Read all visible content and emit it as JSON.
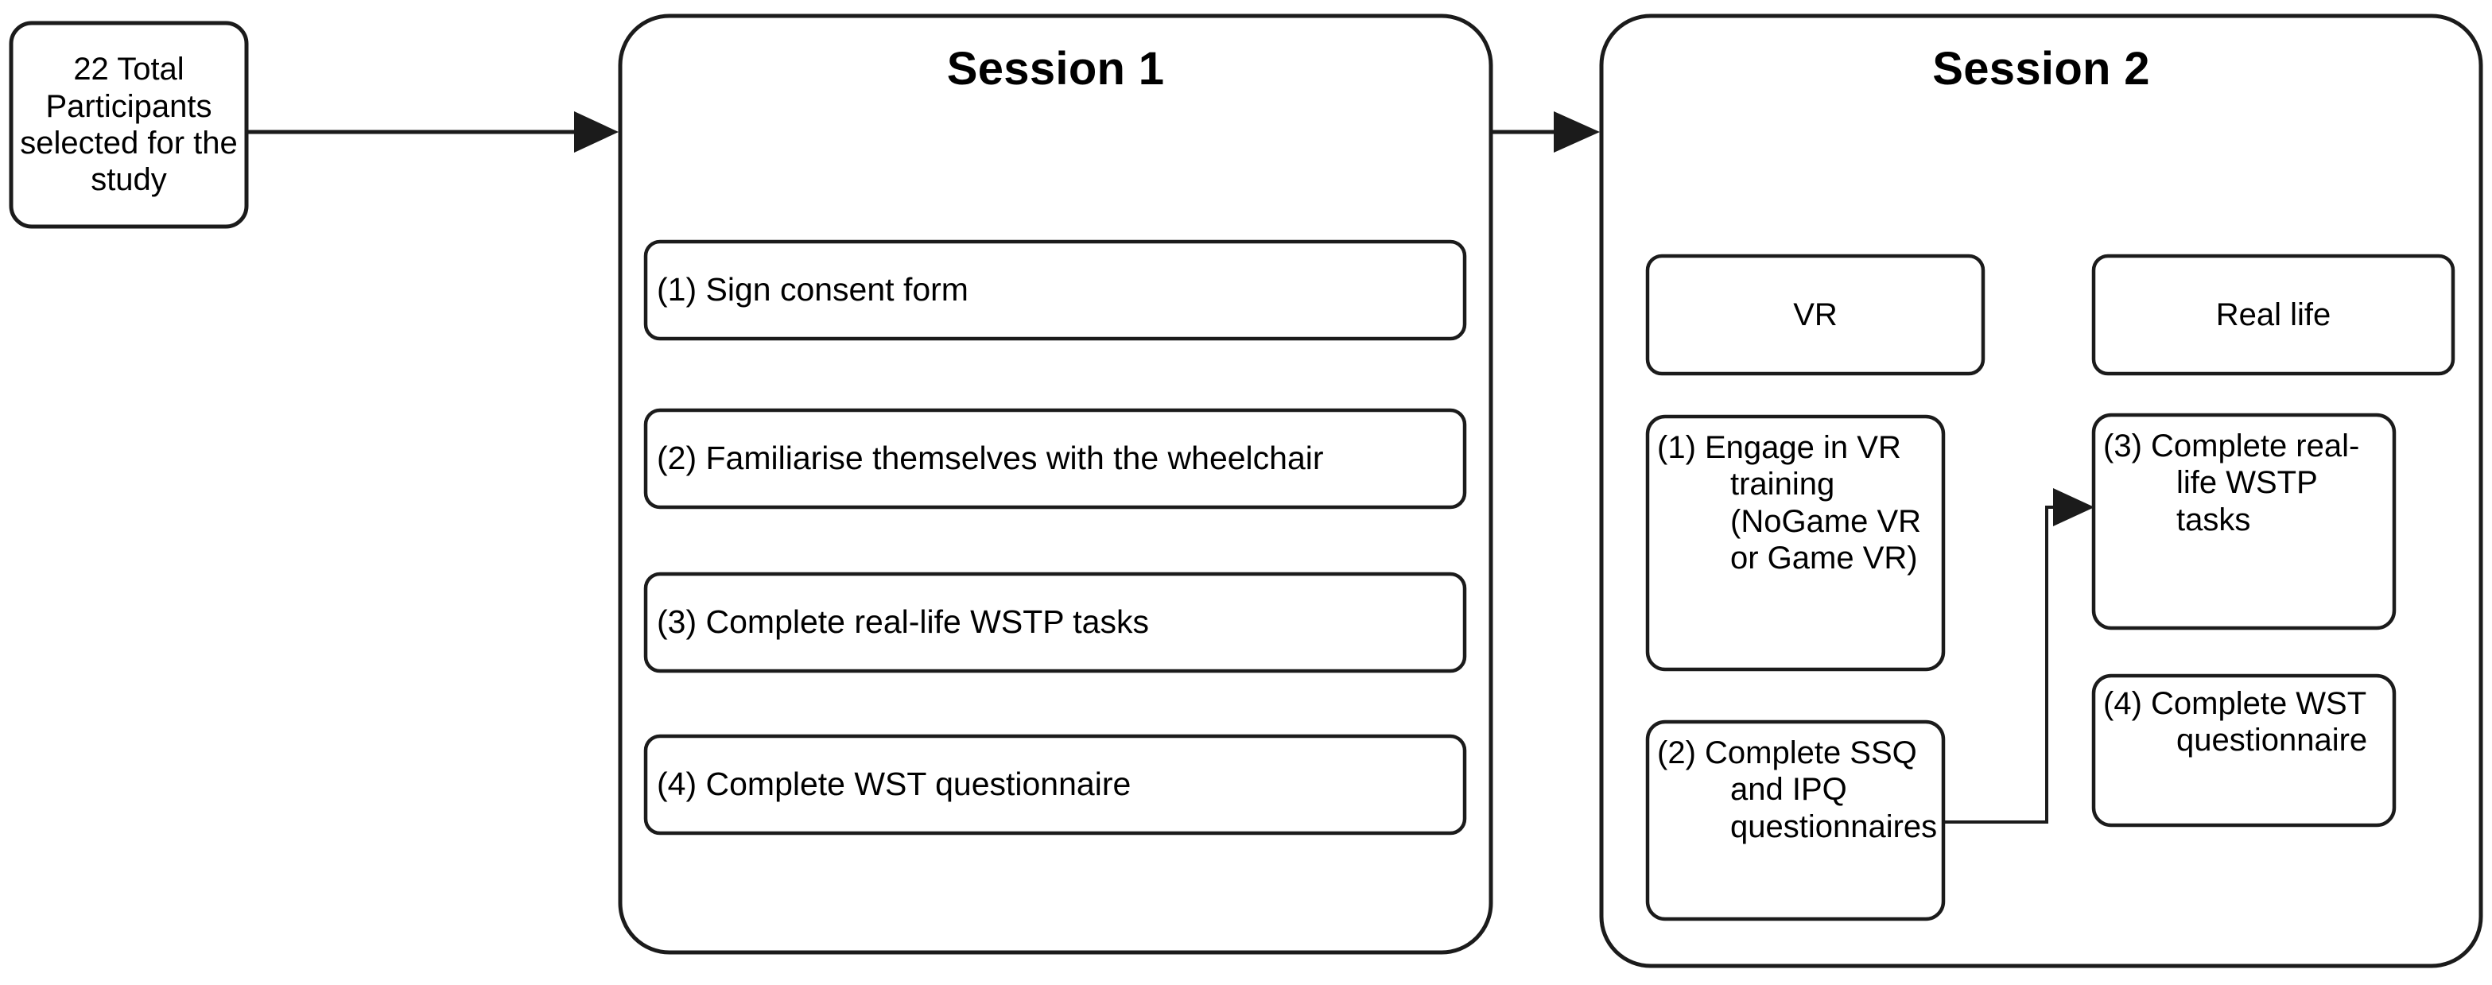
{
  "diagram": {
    "title_semantic": "study-protocol-flowchart",
    "background_color": "#ffffff",
    "stroke_color": "#1b1b1b",
    "text_color": "#000000"
  },
  "intake": {
    "label": "22 Total Participants selected for the study"
  },
  "arrows": [
    {
      "name": "intake-to-session1",
      "from": "22 Total Participants selected for the study",
      "to": "Session 1"
    },
    {
      "name": "session1-to-session2",
      "from": "Session 1",
      "to": "Session 2"
    },
    {
      "name": "vr-step2-to-reallife-step3",
      "from": "(2) Complete SSQ and IPQ questionnaires",
      "to": "(3) Complete real-life WSTP tasks"
    }
  ],
  "session1": {
    "title": "Session 1",
    "steps": [
      {
        "label": "(1) Sign consent form"
      },
      {
        "label": "(2) Familiarise themselves with the wheelchair"
      },
      {
        "label": "(3) Complete real-life WSTP tasks"
      },
      {
        "label": "(4) Complete WST questionnaire"
      }
    ]
  },
  "session2": {
    "title": "Session 2",
    "columns": [
      {
        "header": "VR",
        "steps": [
          {
            "label": "(1) Engage in VR training (NoGame VR or Game VR)"
          },
          {
            "label": "(2) Complete SSQ and IPQ questionnaires"
          }
        ]
      },
      {
        "header": "Real life",
        "steps": [
          {
            "label": "(3) Complete real-life WSTP tasks"
          },
          {
            "label": "(4) Complete WST questionnaire"
          }
        ]
      }
    ]
  }
}
